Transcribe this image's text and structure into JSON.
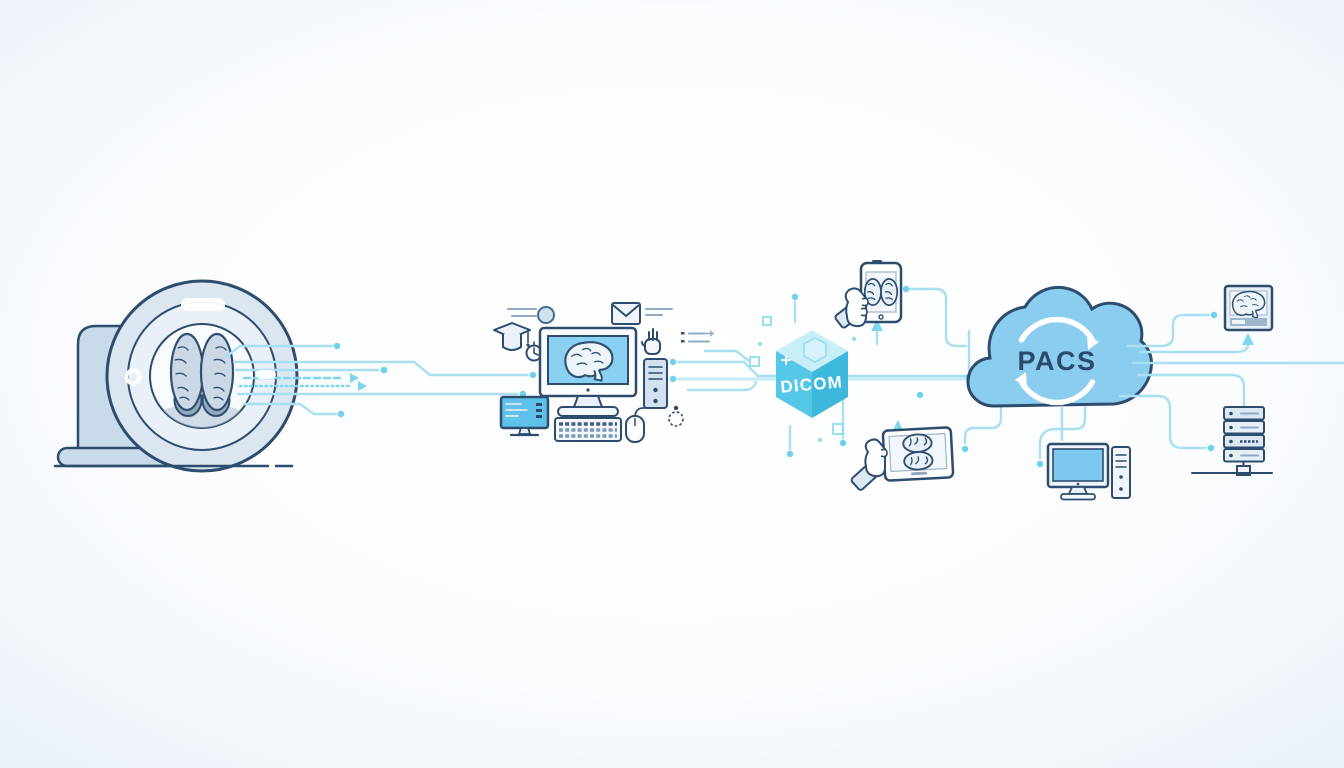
{
  "scene": {
    "labels": {
      "dicom": "DICOM",
      "pacs": "PACS"
    },
    "colors": {
      "background_edge": "#e7eff7",
      "background_center": "#ffffff",
      "outline_navy": "#2e4d6e",
      "text_navy": "#2b4a6e",
      "panel_fill": "#dbe7f2",
      "screen_blue": "#84ccef",
      "cloud_blue": "#8bcdee",
      "cube_top": "#c8eef8",
      "cube_front": "#55c8e8",
      "cube_side": "#3db7dc",
      "circuit_light": "#aadff1",
      "circuit_bright": "#7cd6ec",
      "brain_fill": "#ccd8e5",
      "white": "#ffffff"
    },
    "icons": [
      "mri-scanner-icon",
      "brain-icon",
      "workstation-monitor-icon",
      "secondary-monitor-icon",
      "keyboard-icon",
      "mouse-icon",
      "pc-tower-icon",
      "envelope-icon",
      "graduation-cap-icon",
      "stopwatch-icon",
      "hand-gesture-icon",
      "notes-icon",
      "user-status-icon",
      "smartphone-icon",
      "tablet-icon",
      "holding-hand-icon",
      "dicom-cube-icon",
      "pacs-cloud-icon",
      "sync-arrows-icon",
      "image-viewer-icon",
      "server-rack-icon",
      "desktop-computer-icon",
      "circuit-trace-lines"
    ]
  }
}
